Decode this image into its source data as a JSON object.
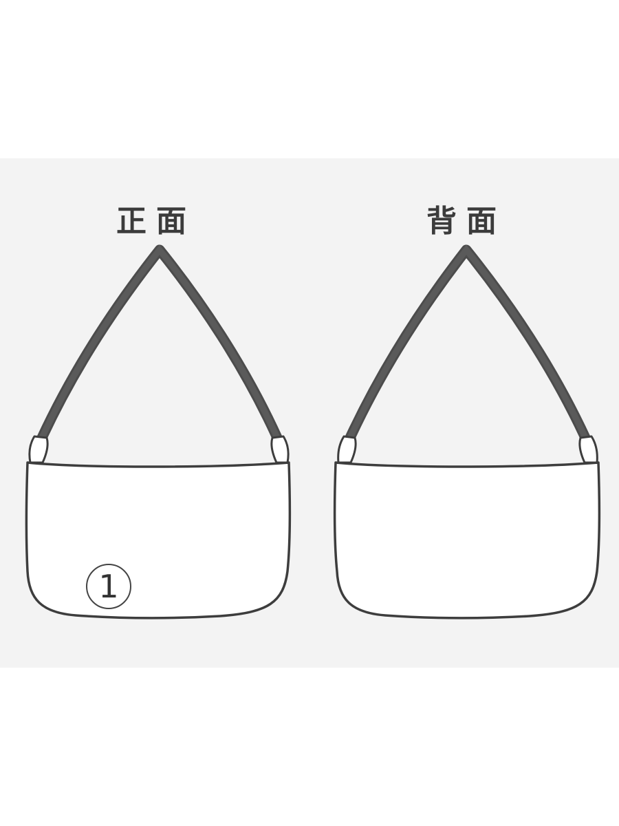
{
  "views": [
    {
      "title": "正面"
    },
    {
      "title": "背面"
    }
  ],
  "marker": {
    "label": "1"
  },
  "colors": {
    "panel_background": "#f3f3f3",
    "outline": "#3d3d3d",
    "strap": "#505050",
    "bag_fill": "#ffffff",
    "title_text": "#3b3b3b"
  }
}
